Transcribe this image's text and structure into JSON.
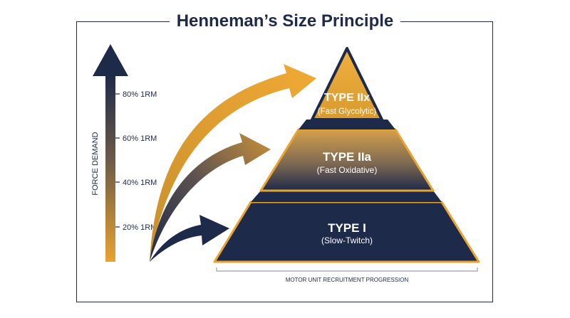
{
  "title": "Henneman’s Size Principle",
  "axis": {
    "label": "FORCE DEMAND",
    "ticks": [
      "80% 1RM",
      "60% 1RM",
      "40% 1RM",
      "20% 1RM"
    ]
  },
  "tiers": [
    {
      "name": "TYPE IIx",
      "subtitle": "(Fast Glycolytic)"
    },
    {
      "name": "TYPE IIa",
      "subtitle": "(Fast Oxidative)"
    },
    {
      "name": "TYPE I",
      "subtitle": "(Slow-Twitch)"
    }
  ],
  "footer": "MOTOR UNIT RECRUITMENT PROGRESSION",
  "colors": {
    "navy": "#1e2a4a",
    "gold": "#e8a330"
  }
}
